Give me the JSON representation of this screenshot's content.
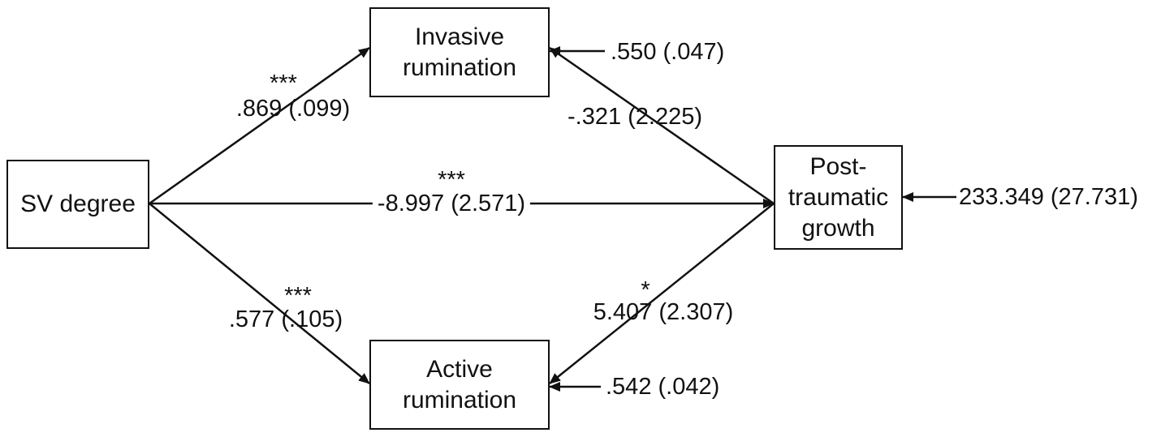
{
  "nodes": {
    "sv_degree": "SV degree",
    "invasive": "Invasive\nrumination",
    "active": "Active\nrumination",
    "ptg": "Post-\ntraumatic\ngrowth"
  },
  "paths": {
    "sv_to_invasive": {
      "stars": "***",
      "coef": ".869 (.099)"
    },
    "sv_to_active": {
      "stars": "***",
      "coef": ".577 (.105)"
    },
    "sv_to_ptg": {
      "stars": "***",
      "coef": "-8.997 (2.571)"
    },
    "invasive_to_ptg": {
      "coef": "-.321 (2.225)"
    },
    "active_to_ptg": {
      "stars": "*",
      "coef": "5.407 (2.307)"
    }
  },
  "residuals": {
    "invasive": ".550 (.047)",
    "active": ".542 (.042)",
    "ptg": "233.349 (27.731)"
  },
  "colors": {
    "line": "#111111",
    "background": "#ffffff"
  }
}
